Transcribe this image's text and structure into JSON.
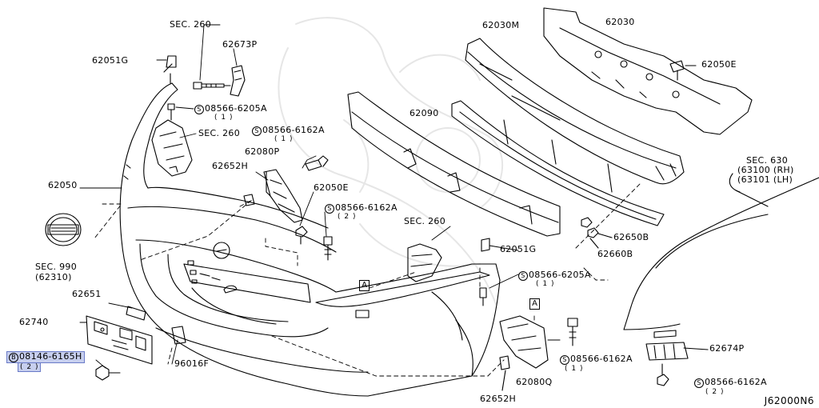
{
  "diagram": {
    "sheet_code": "J62000N6",
    "parts": {
      "sec260_top": "SEC. 260",
      "p62673P": "62673P",
      "p62051G_top": "62051G",
      "bolt_08566_6205A_top": "08566-6205A",
      "qty_1_a": "( 1 )",
      "sec260_mid": "SEC. 260",
      "bolt_08566_6162A_top": "08566-6162A",
      "qty_1_b": "( 1 )",
      "p62080P": "62080P",
      "p62652H_top": "62652H",
      "p62050": "62050",
      "p62050E_mid": "62050E",
      "bolt_08566_6162A_mid": "08566-6162A",
      "qty_2_a": "( 2 )",
      "sec260_right": "SEC. 260",
      "p62051G_right": "62051G",
      "bolt_08566_6205A_right": "08566-6205A",
      "qty_1_c": "( 1 )",
      "sec990": "SEC. 990",
      "sec990_ref": "(62310)",
      "p62651": "62651",
      "p62740": "62740",
      "bolt_08146_6165H": "08146-6165H",
      "qty_2_b": "( 2 )",
      "p96016F": "96016F",
      "p62090": "62090",
      "p62030M": "62030M",
      "p62030": "62030",
      "p62050E_top": "62050E",
      "sec630": "SEC. 630",
      "sec630_rh": "(63100 (RH)",
      "sec630_lh": "(63101 (LH)",
      "p62650B": "62650B",
      "p62660B": "62660B",
      "p62080Q": "62080Q",
      "p62652H_bottom": "62652H",
      "bolt_08566_6162A_bottom": "08566-6162A",
      "qty_1_d": "( 1 )",
      "p62674P": "62674P",
      "bolt_08566_6162A_right": "08566-6162A",
      "qty_2_c": "( 2 )",
      "ref_A_1": "A",
      "ref_A_2": "A",
      "bolt_symbol": "S",
      "bolt_symbol_b": "B"
    }
  }
}
